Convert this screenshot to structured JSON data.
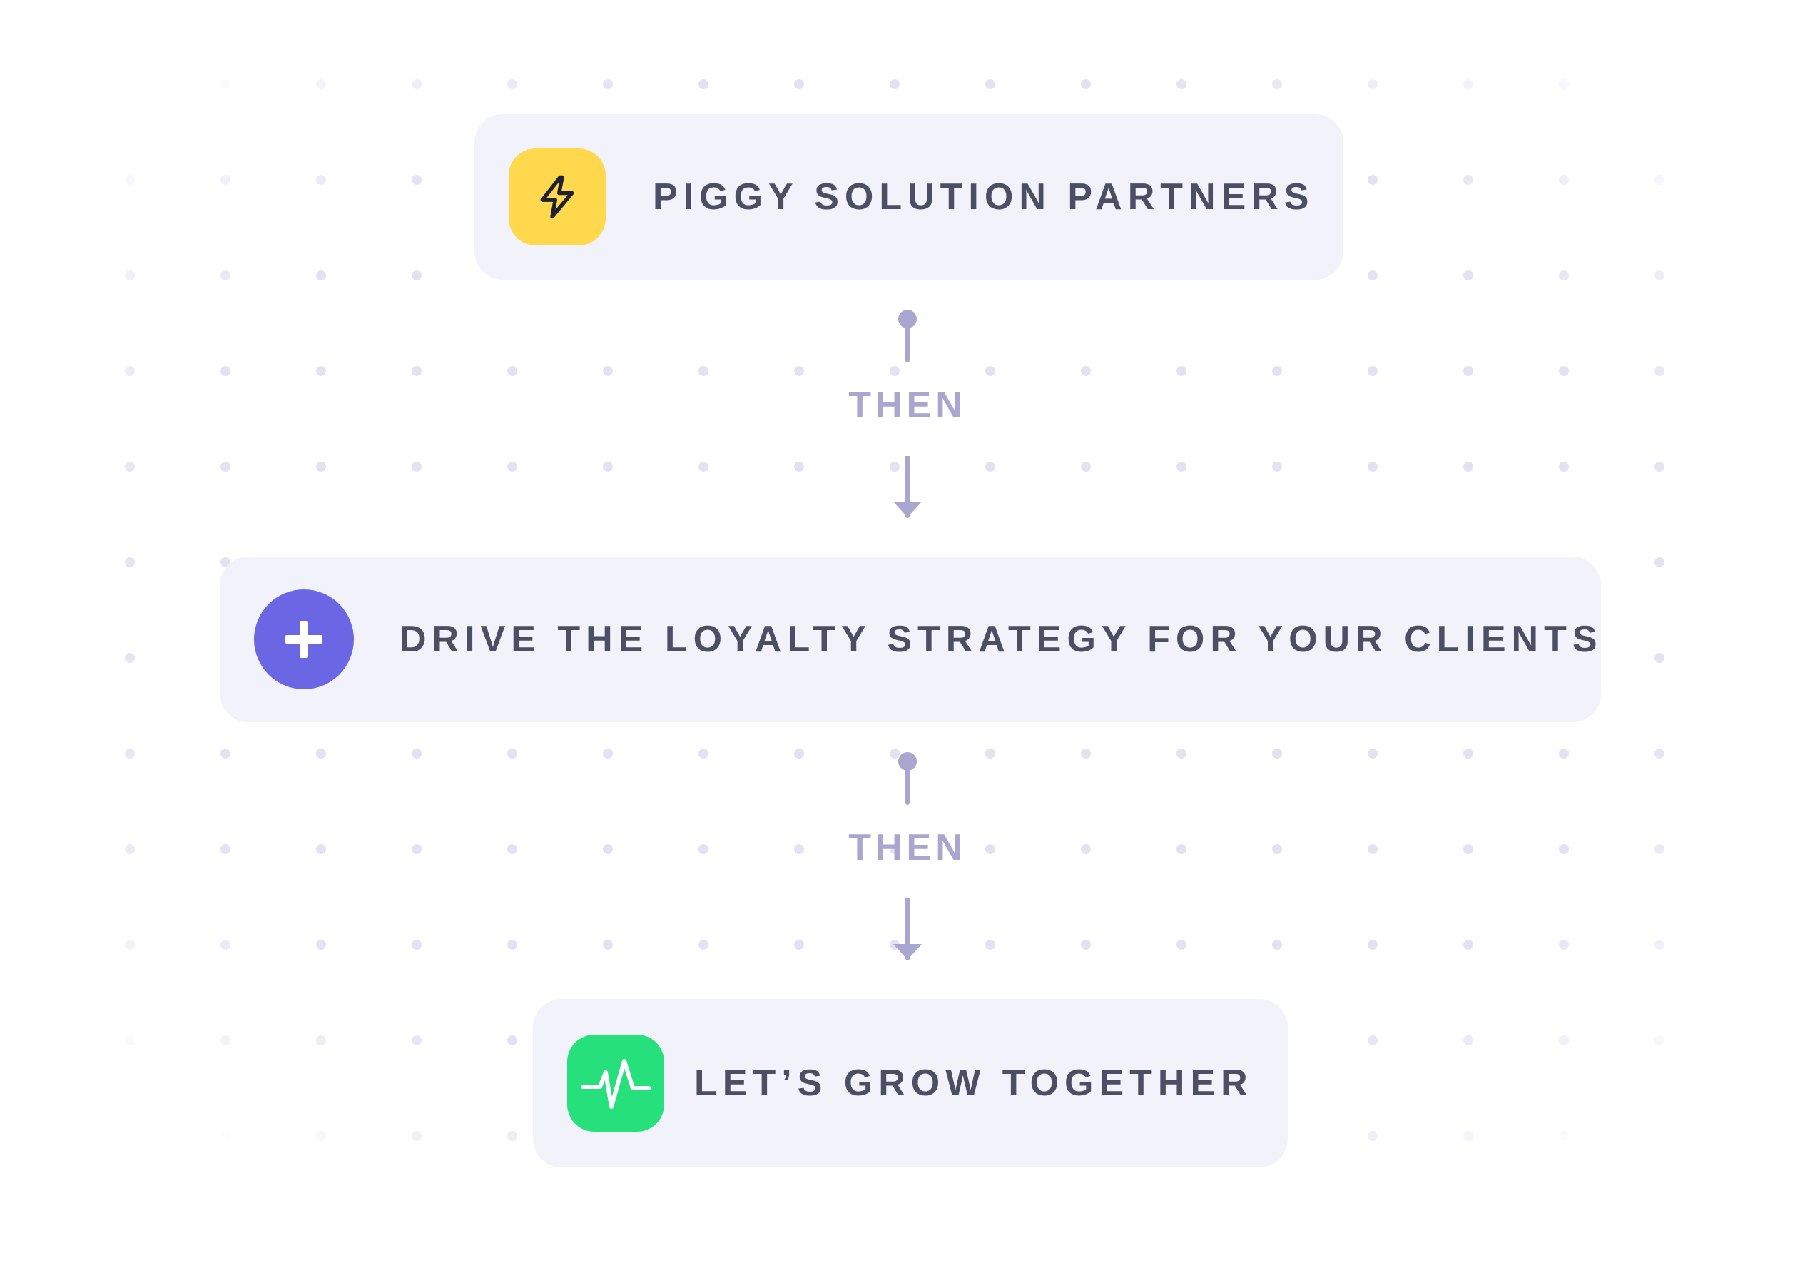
{
  "background_color": "#ffffff",
  "card_color": "#f1f2fa",
  "text_color": "#4c4f64",
  "connector_color": "#a9a6cf",
  "steps": [
    {
      "label": "PIGGY SOLUTION PARTNERS",
      "icon": "lightning-bolt-icon",
      "icon_bg": "#ffd84d"
    },
    {
      "label": "DRIVE THE LOYALTY STRATEGY FOR YOUR CLIENTS",
      "icon": "plus-icon",
      "icon_bg": "#6b66e4"
    },
    {
      "label": "LET’S GROW TOGETHER",
      "icon": "activity-pulse-icon",
      "icon_bg": "#25e07b"
    }
  ],
  "connectors": [
    {
      "label": "THEN"
    },
    {
      "label": "THEN"
    }
  ]
}
